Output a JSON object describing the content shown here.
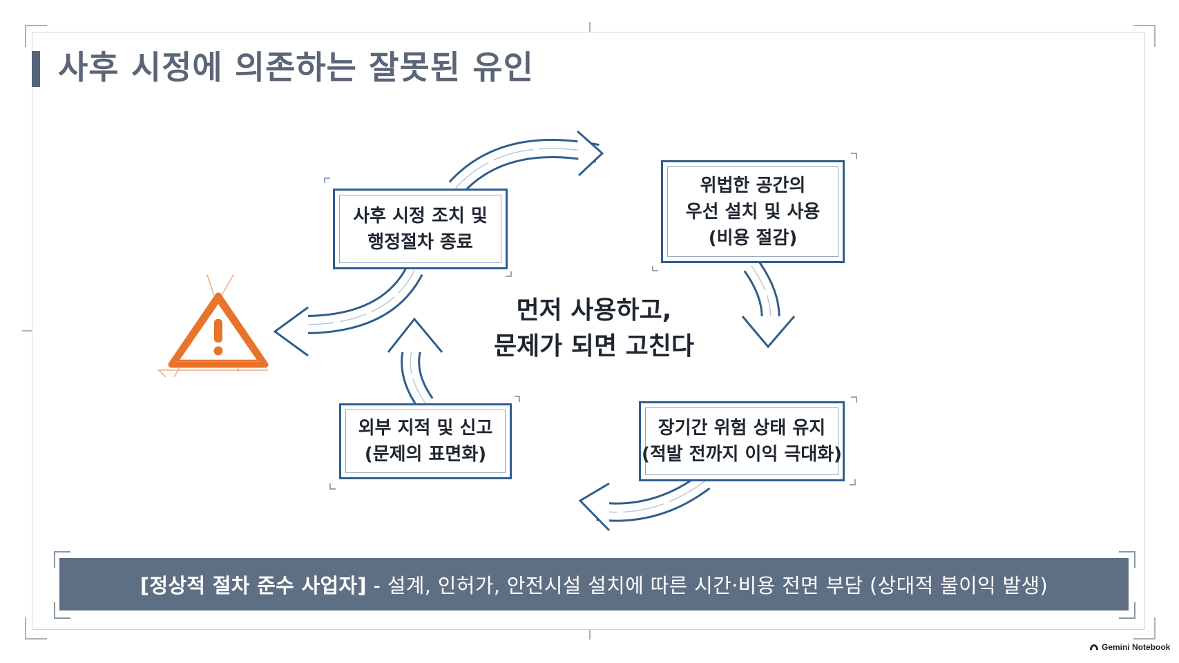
{
  "title": "사후 시정에 의존하는 잘못된 유인",
  "cycle": {
    "center_text": "먼저 사용하고,\n문제가 되면 고친다",
    "steps": [
      {
        "label": "위법한 공간의\n우선 설치 및 사용\n(비용 절감)"
      },
      {
        "label": "장기간 위험 상태 유지\n(적발 전까지 이익 극대화)"
      },
      {
        "label": "외부 지적 및 신고\n(문제의 표면화)"
      },
      {
        "label": "사후 시정 조치 및\n행정절차 종료"
      }
    ]
  },
  "banner": {
    "highlight": "[정상적 절차 준수 사업자]",
    "text": " - 설계, 인허가, 안전시설 설치에 따른 시간·비용 전면 부담 (상대적 불이익 발생)"
  },
  "watermark": "Gemini Notebook",
  "colors": {
    "arrow_stroke": "#2f5d8d",
    "box_border": "#2f5d8d",
    "warning": "#e8732a",
    "banner_bg": "#5f6f83",
    "title_text": "#5a6577"
  },
  "icons": [
    "warning-icon",
    "gemini-notebook-logo-icon"
  ]
}
